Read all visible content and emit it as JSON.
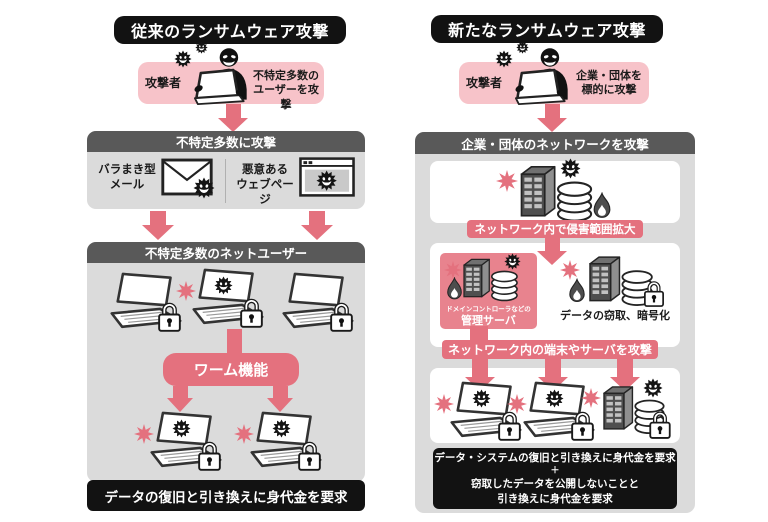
{
  "left": {
    "title": "従来のランサムウェア攻撃",
    "attacker": {
      "label": "攻撃者",
      "desc1": "不特定多数の",
      "desc2": "ユーザーを攻撃"
    },
    "stage1": {
      "header": "不特定多数に攻撃",
      "method1_l1": "バラまき型",
      "method1_l2": "メール",
      "method2_l1": "悪意ある",
      "method2_l2": "ウェブページ"
    },
    "stage2": {
      "header": "不特定多数のネットユーザー",
      "worm": "ワーム機能"
    },
    "result": "データの復旧と引き換えに身代金を要求"
  },
  "right": {
    "title": "新たなランサムウェア攻撃",
    "attacker": {
      "label": "攻撃者",
      "desc1": "企業・団体を",
      "desc2": "標的に攻撃"
    },
    "stage": {
      "header": "企業・団体のネットワークを攻撃",
      "spread": "ネットワーク内で侵害範囲拡大",
      "mgmt_small": "ドメインコントローラなどの",
      "mgmt": "管理サーバ",
      "theft": "データの窃取、暗号化",
      "attack": "ネットワーク内の端末やサーバを攻撃"
    },
    "result": {
      "line1": "データ・システムの復旧と引き換えに身代金を要求",
      "plus": "＋",
      "line2": "窃取したデータを公開しないことと",
      "line3": "引き換えに身代金を要求"
    }
  },
  "icons": {
    "attacker": "hacker-at-laptop-icon",
    "malware": "virus-icon",
    "lock": "padlock-icon",
    "impact": "burst-icon",
    "fire": "fire-icon",
    "mail": "envelope-icon",
    "web": "browser-icon",
    "pc": "laptop-icon",
    "server": "server-database-icon"
  },
  "colors": {
    "accent_pink": "#e4717e",
    "light_pink": "#f7c3c9",
    "mid_pink": "#e8838e",
    "panel_gray": "#dbdbdb",
    "header_gray": "#595959",
    "black": "#121212",
    "white": "#ffffff"
  }
}
